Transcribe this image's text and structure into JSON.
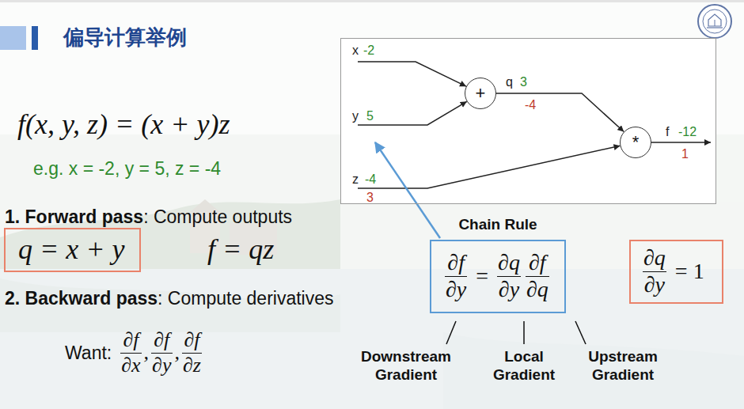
{
  "diagram": {
    "title": "偏导计算举例",
    "nodes": [
      {
        "text": [
          "x",
          "-2",
          "y",
          "5",
          "z",
          "-4",
          "3",
          "q",
          "3",
          "-4",
          "f",
          "-12",
          "1"
        ]
      },
      {
        "text": [
          "+"
        ],
        "in": 0
      },
      {
        "text": [
          "*"
        ],
        "in": 0
      },
      {
        "text": [
          "q = x + y"
        ]
      },
      {
        "text": [
          "Chain Rule",
          "∂f",
          "∂y",
          "=",
          "∂q",
          "∂y",
          "∂f",
          "∂q"
        ]
      },
      {
        "text": [
          "∂q",
          "∂y",
          "= 1"
        ]
      }
    ],
    "edges": [
      {
        "from": 1,
        "to": 2,
        "arrow": "to"
      }
    ],
    "labels": [
      "f(x, y, z) = (x + y)z",
      "e.g. x = -2, y = 5, z = -4",
      "1. Forward pass",
      ": Compute outputs",
      "f = qz",
      "2. Backward pass",
      ": Compute derivatives",
      "Want:",
      "∂f",
      "∂x",
      ",",
      "∂f",
      "∂y",
      ",",
      "∂f",
      "∂z",
      "Downstream Gradient",
      "Local Gradient",
      "Upstream Gradient"
    ]
  }
}
